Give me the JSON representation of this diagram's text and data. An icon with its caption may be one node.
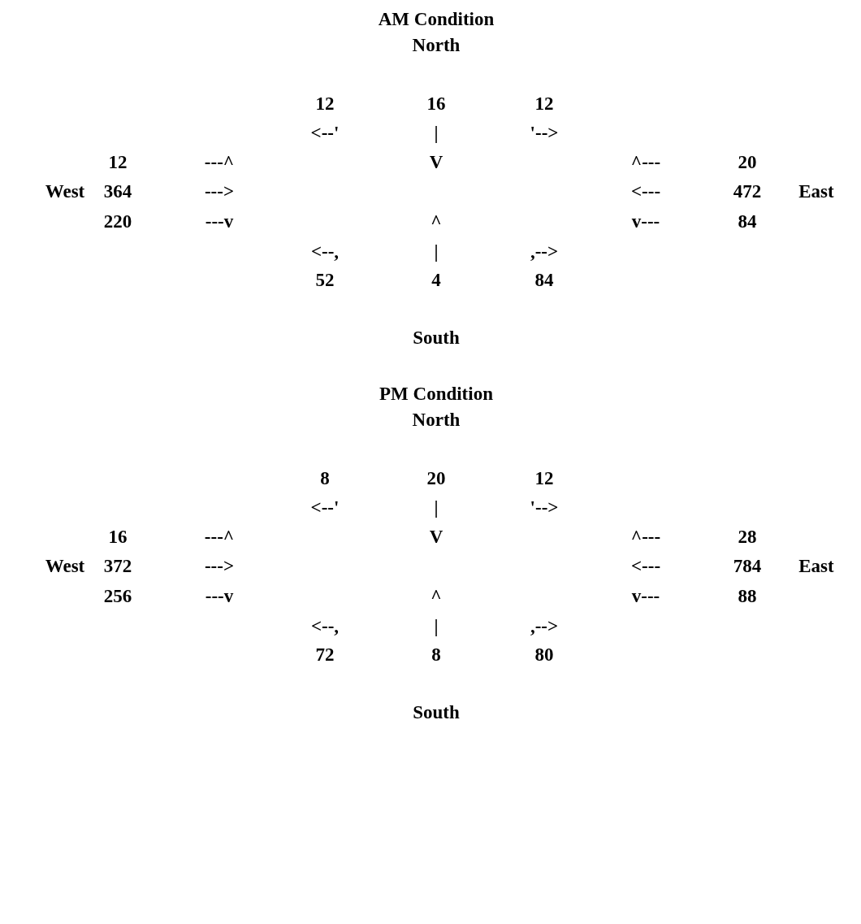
{
  "diagram": {
    "labels": [
      "AM Condition",
      "North",
      "12",
      "16",
      "12",
      "<--'",
      "|",
      "'-->",
      "12",
      "---^",
      "V",
      "^---",
      "20",
      "West",
      "364",
      "--->",
      "<---",
      "472",
      "East",
      "220",
      "---v",
      "^",
      "v---",
      "84",
      "<--,",
      "|",
      ",-->",
      "52",
      "4",
      "84",
      "South",
      "PM Condition",
      "North",
      "8",
      "20",
      "12",
      "<--'",
      "|",
      "'-->",
      "16",
      "---^",
      "V",
      "^---",
      "28",
      "West",
      "372",
      "--->",
      "<---",
      "784",
      "East",
      "256",
      "---v",
      "^",
      "v---",
      "88",
      "<--,",
      "|",
      ",-->",
      "72",
      "8",
      "80",
      "South"
    ]
  }
}
